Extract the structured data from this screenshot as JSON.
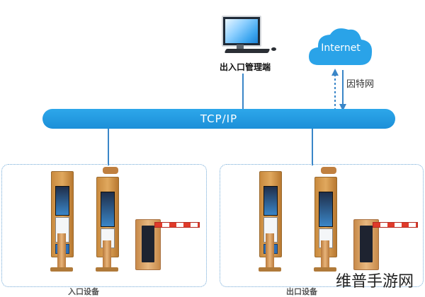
{
  "pc": {
    "label": "出入口管理端",
    "icon": "desktop-computer-icon"
  },
  "cloud": {
    "label": "Internet",
    "icon": "cloud-icon",
    "color": "#2aa3e8"
  },
  "link": {
    "label": "因特网"
  },
  "bus": {
    "label": "TCP/IP",
    "color": "#1c8fd8"
  },
  "groups": [
    {
      "label": "入口设备"
    },
    {
      "label": "出口设备"
    }
  ],
  "watermark": "维普手游网"
}
